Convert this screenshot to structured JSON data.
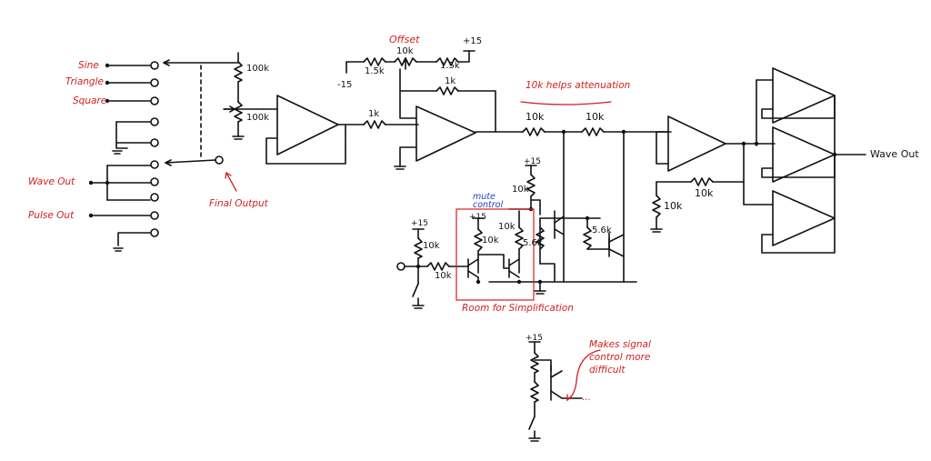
{
  "labels": {
    "sine": "Sine",
    "triangle": "Triangle",
    "square": "Square",
    "wave_out_in": "Wave Out",
    "pulse_out": "Pulse Out",
    "final_output": "Final Output",
    "offset": "Offset",
    "attenuation_note": "10k helps attenuation",
    "room_simplification": "Room for Simplification",
    "mute_control": "mute control",
    "makes_difficult": "Makes signal control more difficult",
    "wave_out": "Wave Out"
  },
  "values": {
    "r100k_a": "100k",
    "r100k_b": "100k",
    "r1k_in": "1k",
    "r1k_fb": "1k",
    "r1k5_a": "1.5k",
    "r1k5_b": "1.5k",
    "pot10k": "10k",
    "vneg15": "-15",
    "vpos15_a": "+15",
    "vpos15_b": "+15",
    "vpos15_c": "+15",
    "vpos15_d": "+15",
    "vpos15_e": "+15",
    "r10k_s1": "10k",
    "r10k_s2": "10k",
    "r10k_col": "10k",
    "r10k_m1": "10k",
    "r10k_m2": "10k",
    "r5k6_a": "5.6k",
    "r5k6_b": "5.6k",
    "r10k_base": "10k",
    "r10k_pull": "10k",
    "r10k_gnd": "10k",
    "r10k_fb2": "10k",
    "ellipsis": "..."
  }
}
